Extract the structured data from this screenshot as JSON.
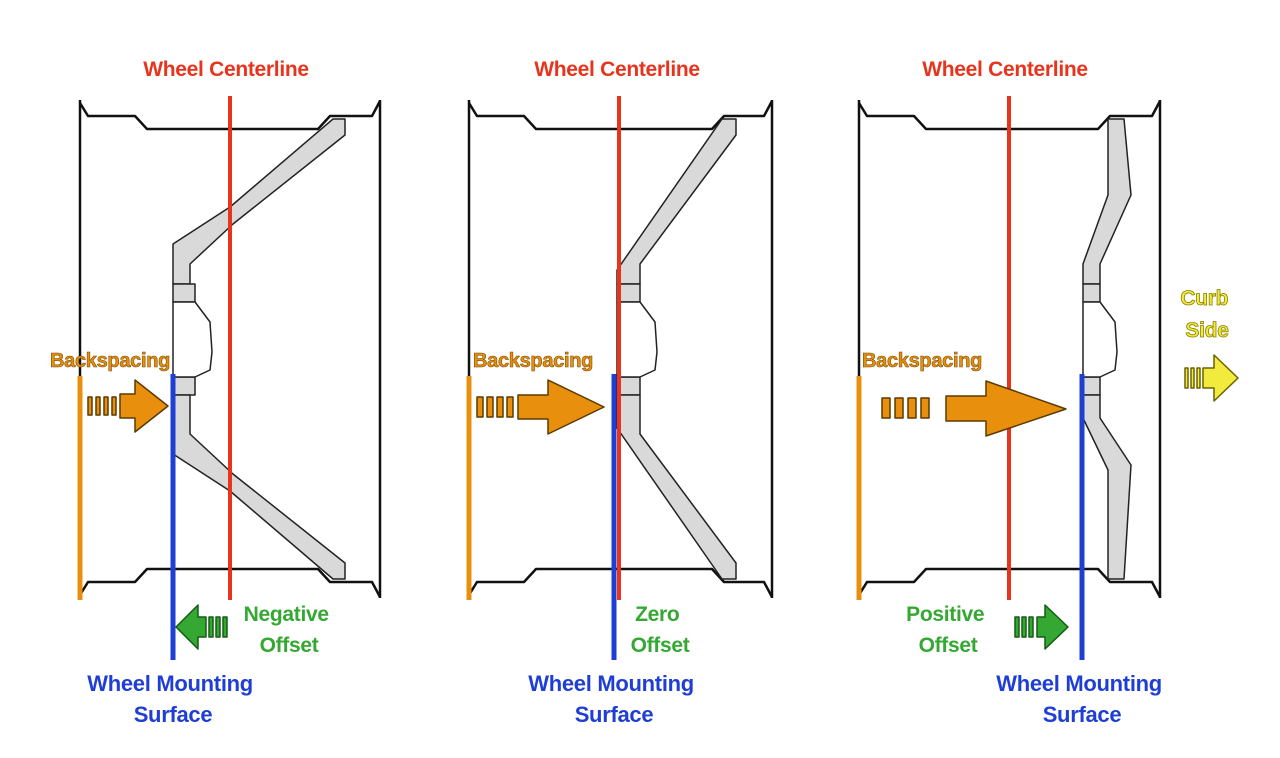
{
  "colors": {
    "centerline": "#e8341c",
    "mounting": "#1f3ed6",
    "backspacing": "#e8900d",
    "offset": "#34a833",
    "curb": "#f2ea3c",
    "disc": "#d9d9d9",
    "outline": "#111111"
  },
  "panels": [
    {
      "id": "negative",
      "centerline_label": "Wheel Centerline",
      "backspacing_label": "Backspacing",
      "offset_label_line1": "Negative",
      "offset_label_line2": "Offset",
      "offset_arrow_direction": "left",
      "mounting_label_line1": "Wheel Mounting",
      "mounting_label_line2": "Surface"
    },
    {
      "id": "zero",
      "centerline_label": "Wheel Centerline",
      "backspacing_label": "Backspacing",
      "offset_label_line1": "Zero",
      "offset_label_line2": "Offset",
      "offset_arrow_direction": "none",
      "mounting_label_line1": "Wheel Mounting",
      "mounting_label_line2": "Surface"
    },
    {
      "id": "positive",
      "centerline_label": "Wheel Centerline",
      "backspacing_label": "Backspacing",
      "offset_label_line1": "Positive",
      "offset_label_line2": "Offset",
      "offset_arrow_direction": "right",
      "mounting_label_line1": "Wheel Mounting",
      "mounting_label_line2": "Surface"
    }
  ],
  "curb_side": {
    "line1": "Curb",
    "line2": "Side",
    "arrow_icon": "right-arrow-icon"
  }
}
